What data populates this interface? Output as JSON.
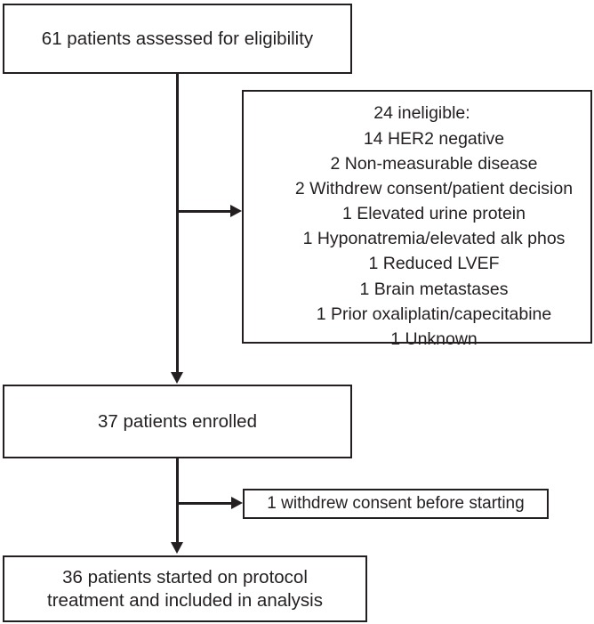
{
  "figure": {
    "type": "consort-flow-diagram",
    "line_color": "#231f20",
    "background": "#ffffff"
  },
  "nodes": {
    "assessed": {
      "label": "61 patients assessed for eligibility",
      "count": 61
    },
    "ineligible": {
      "header": "24 ineligible:",
      "total": 24,
      "reasons": [
        {
          "count": 14,
          "text": "14 HER2 negative"
        },
        {
          "count": 2,
          "text": "2 Non-measurable disease"
        },
        {
          "count": 2,
          "text": "2 Withdrew consent/patient decision"
        },
        {
          "count": 1,
          "text": "1 Elevated urine protein"
        },
        {
          "count": 1,
          "text": "1 Hyponatremia/elevated alk phos"
        },
        {
          "count": 1,
          "text": "1 Reduced LVEF"
        },
        {
          "count": 1,
          "text": "1 Brain metastases"
        },
        {
          "count": 1,
          "text": "1 Prior oxaliplatin/capecitabine"
        },
        {
          "count": 1,
          "text": "1 Unknown"
        }
      ]
    },
    "enrolled": {
      "label": "37 patients enrolled",
      "count": 37
    },
    "withdrew": {
      "label": "1 withdrew consent before starting",
      "count": 1
    },
    "started": {
      "label": "36 patients started on protocol\ntreatment and included in analysis",
      "count": 36
    }
  },
  "connectors": [
    {
      "name": "assessed-to-enrolled",
      "from": "assessed",
      "to": "enrolled",
      "direction": "down"
    },
    {
      "name": "assessed-to-ineligible",
      "from": "assessed",
      "to": "ineligible",
      "direction": "right"
    },
    {
      "name": "enrolled-to-started",
      "from": "enrolled",
      "to": "started",
      "direction": "down"
    },
    {
      "name": "enrolled-to-withdrew",
      "from": "enrolled",
      "to": "withdrew",
      "direction": "right"
    }
  ]
}
